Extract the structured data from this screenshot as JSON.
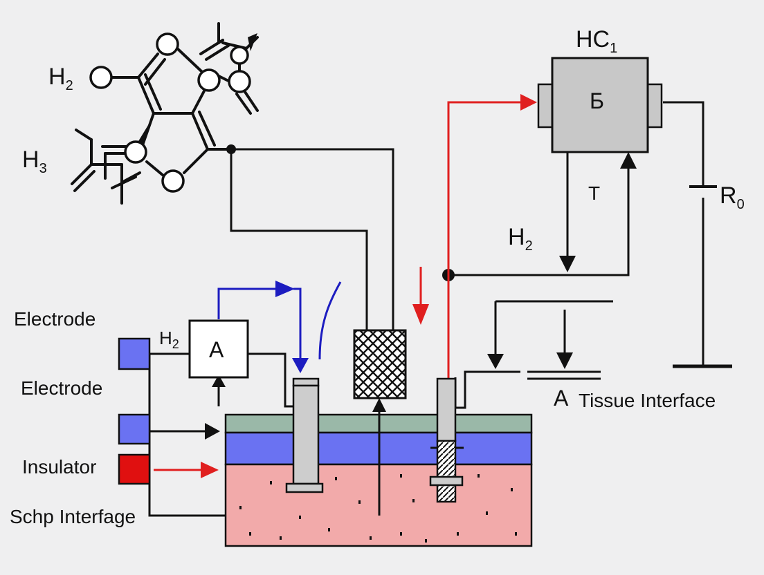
{
  "labels": {
    "h2_top": "H",
    "h2_top_sub": "2",
    "h3": "H",
    "h3_sub": "3",
    "hc1": "HC",
    "hc1_sub": "1",
    "box_b": "Б",
    "t": "T",
    "h2_mid": "H",
    "h2_mid_sub": "2",
    "r0": "R",
    "r0_sub": "0",
    "electrode_1": "Electrode",
    "electrode_2": "Electrode",
    "insulator": "Insulator",
    "schp_interface": "Schp Interfage",
    "h2_amp": "H",
    "h2_amp_sub": "2",
    "amp_box": "A",
    "a_tissue": "A",
    "tissue_interface": "Tissue Interface"
  },
  "colors": {
    "background": "#efeff0",
    "line": "#111111",
    "red": "#e01f1f",
    "blue": "#1c1cc0",
    "electrode_square": "#6a72f2",
    "insulator_square": "#e01010",
    "layer_top": "#9ab8a8",
    "layer_blue": "#6a72f2",
    "tissue": "#f2aaaa",
    "gray_box": "#c8c8c8",
    "electrode_rod": "#cdcdcd"
  }
}
